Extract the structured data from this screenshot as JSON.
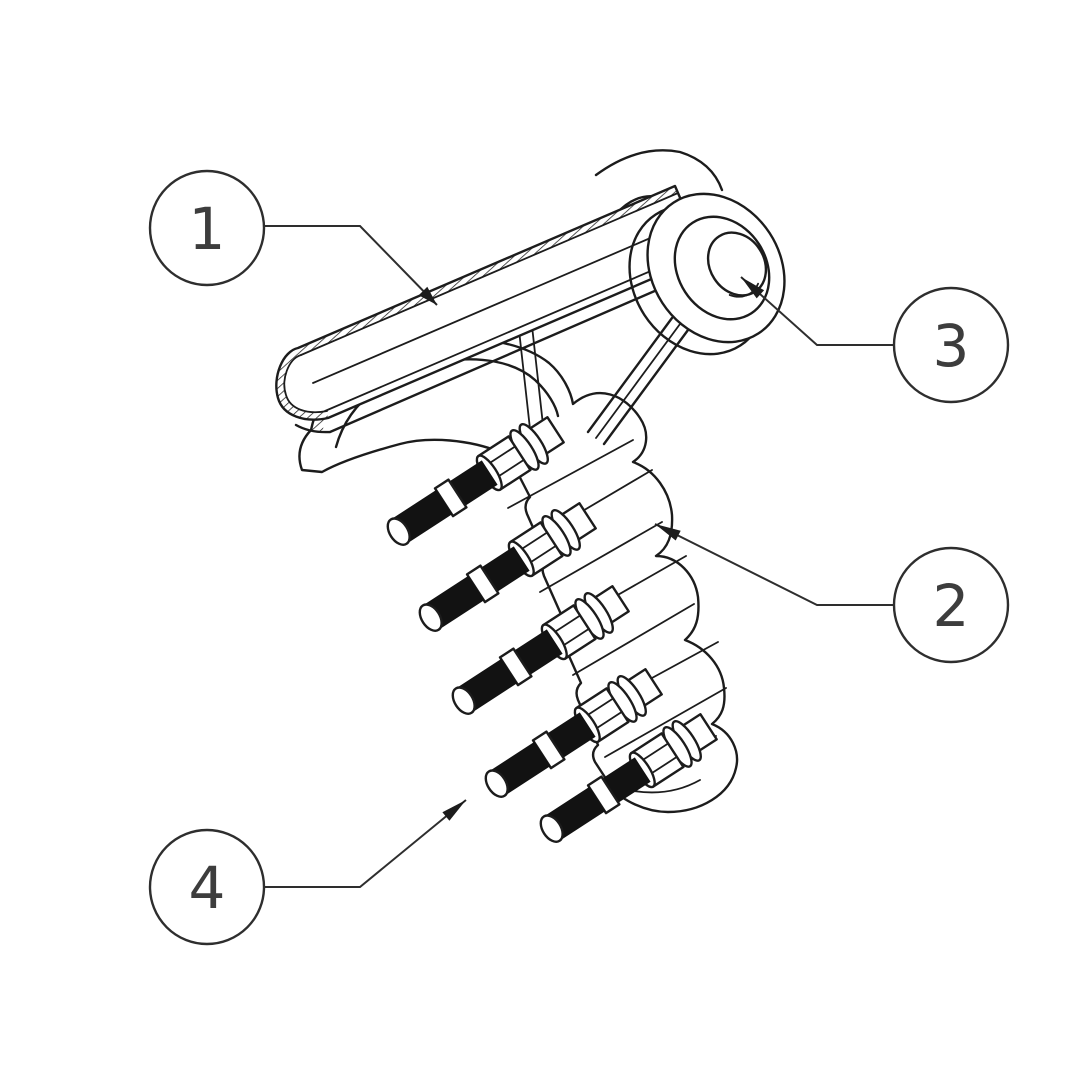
{
  "drawing": {
    "kind": "isometric technical line drawing",
    "subject": "bolted suspension/strain clamp assembly",
    "background_color": "#ffffff",
    "line_color": "#1c1c1c",
    "bolt_fill_color": "#121212",
    "callouts": [
      {
        "id": "1",
        "label": "1",
        "points_to": "top strap / keeper bar"
      },
      {
        "id": "2",
        "label": "2",
        "points_to": "corrugated clamp body"
      },
      {
        "id": "3",
        "label": "3",
        "points_to": "eye ring"
      },
      {
        "id": "4",
        "label": "4",
        "points_to": "u-bolt end"
      }
    ]
  }
}
